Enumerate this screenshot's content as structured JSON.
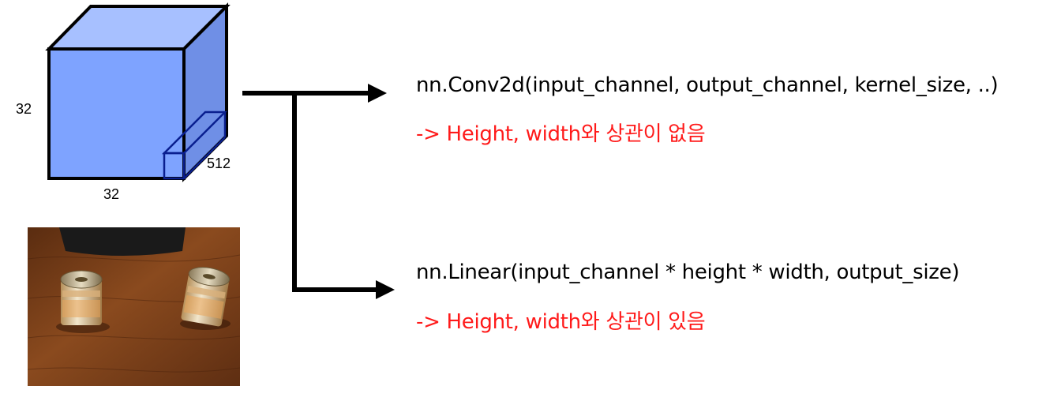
{
  "colors": {
    "cube_front": "#7ea3ff",
    "cube_top": "#a7c0ff",
    "cube_side": "#6f8fe6",
    "outline": "#000000",
    "kernel_outline": "#0a1f8f",
    "arrow": "#000000",
    "note_text": "#ff1a1a",
    "table_wood": "#7a3f18",
    "can_body": "#e8d9b8"
  },
  "cube": {
    "height_label": "32",
    "width_label": "32",
    "depth_label": "512"
  },
  "conv": {
    "code": "nn.Conv2d(input_channel, output_channel, kernel_size, ..)",
    "note": "-> Height, width와 상관이 없음"
  },
  "linear": {
    "code": "nn.Linear(input_channel * height * width, output_size)",
    "note": "-> Height, width와 상관이 있음"
  },
  "photo": {
    "subject": "two tin cans on a wooden table",
    "icon": "photo-image"
  }
}
